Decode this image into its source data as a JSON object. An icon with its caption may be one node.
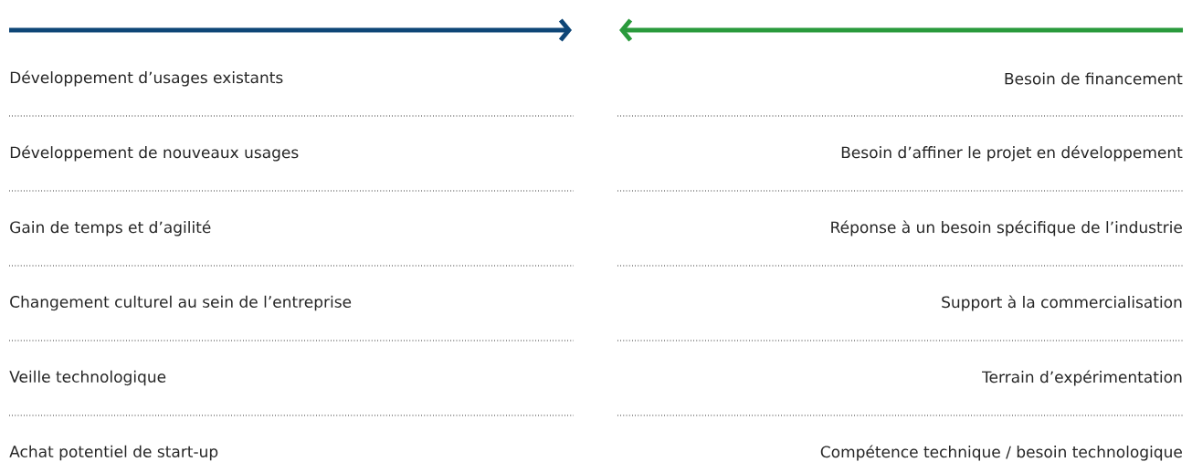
{
  "diagram": {
    "labels": [
      "Développement d’usages existants",
      "Besoin de financement",
      "Développement de nouveaux usages",
      "Besoin d’affiner le projet en développement",
      "Gain de temps et d’agilité",
      "Réponse à un besoin spécifique de l’industrie",
      "Changement culturel au sein de l’entreprise",
      "Support à la commercialisation",
      "Veille technologique",
      "Terrain d’expérimentation",
      "Achat potentiel de start-up",
      "Compétence technique / besoin technologique"
    ]
  }
}
